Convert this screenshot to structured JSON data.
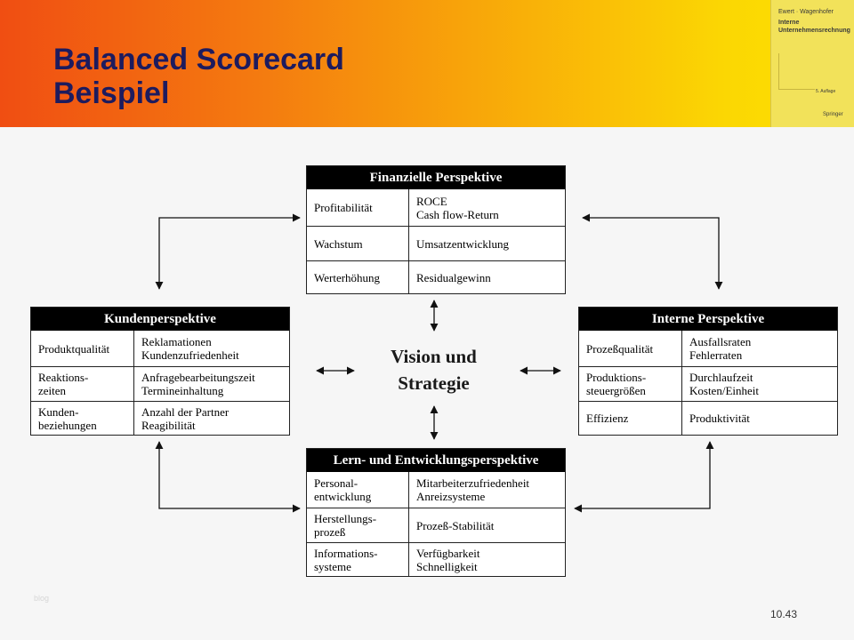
{
  "title": {
    "line1": "Balanced Scorecard",
    "line2": "Beispiel"
  },
  "book_cover": {
    "authors": "Ewert · Wagenhofer",
    "title_line1": "Interne",
    "title_line2": "Unternehmensrechnung",
    "edition": "5. Auflage",
    "publisher": "Springer"
  },
  "center": {
    "line1": "Vision und",
    "line2": "Strategie"
  },
  "perspectives": {
    "financial": {
      "title": "Finanzielle Perspektive",
      "rows": [
        {
          "left": "Profitabilität",
          "right": "ROCE\nCash flow-Return"
        },
        {
          "left": "Wachstum",
          "right": "Umsatzentwicklung"
        },
        {
          "left": "Werterhöhung",
          "right": "Residualgewinn"
        }
      ]
    },
    "customer": {
      "title": "Kundenperspektive",
      "rows": [
        {
          "left": "Produktqualität",
          "right": "Reklamationen\nKundenzufriedenheit"
        },
        {
          "left": "Reaktions-\nzeiten",
          "right": "Anfragebearbeitungszeit\nTermineinhaltung"
        },
        {
          "left": "Kunden-\nbeziehungen",
          "right": "Anzahl der Partner\nReagibilität"
        }
      ]
    },
    "internal": {
      "title": "Interne Perspektive",
      "rows": [
        {
          "left": "Prozeßqualität",
          "right": "Ausfallsraten\nFehlerraten"
        },
        {
          "left": "Produktions-\nsteuergrößen",
          "right": "Durchlaufzeit\nKosten/Einheit"
        },
        {
          "left": "Effizienz",
          "right": "Produktivität"
        }
      ]
    },
    "learning": {
      "title": "Lern- und Entwicklungsperspektive",
      "rows": [
        {
          "left": "Personal-\nentwicklung",
          "right": "Mitarbeiterzufriedenheit\nAnreizsysteme"
        },
        {
          "left": "Herstellungs-\nprozeß",
          "right": "Prozeß-Stabilität"
        },
        {
          "left": "Informations-\nsysteme",
          "right": "Verfügbarkeit\nSchnelligkeit"
        }
      ]
    }
  },
  "page_number": "10.43",
  "watermark": "blog",
  "colors": {
    "header_start": "#f04e12",
    "header_end": "#fde100",
    "title": "#1d1b5e",
    "box_header": "#000000"
  }
}
